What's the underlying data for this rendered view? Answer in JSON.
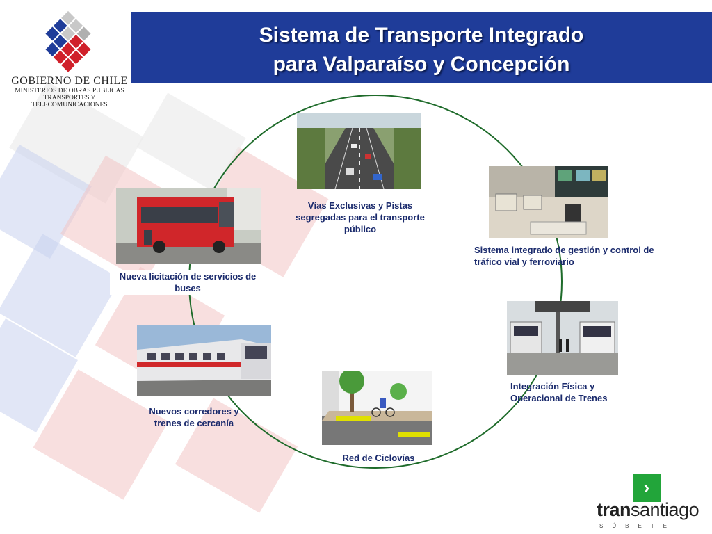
{
  "header": {
    "title_line1": "Sistema de Transporte Integrado",
    "title_line2": "para Valparaíso y Concepción"
  },
  "logo": {
    "name": "GOBIERNO DE CHILE",
    "sub1": "MINISTERIOS DE OBRAS PUBLICAS",
    "sub2": "TRANSPORTES Y",
    "sub3": "TELECOMUNICACIONES"
  },
  "nodes": [
    {
      "label": "Vías Exclusivas y Pistas segregadas para el transporte público"
    },
    {
      "label": "Sistema integrado de gestión y  control de tráfico vial y ferroviario"
    },
    {
      "label": "Integración Física y Operacional de Trenes"
    },
    {
      "label": "Red de Ciclovías"
    },
    {
      "label": "Nuevos corredores y trenes de cercanía"
    },
    {
      "label": "Nueva licitación de servicios de buses"
    }
  ],
  "brand": {
    "tran": "tran",
    "santiago": "santiago",
    "tagline": "SÚBETE",
    "arrow": "›"
  },
  "colors": {
    "banner": "#1f3c99",
    "ring": "#1e6b2a",
    "caption": "#1a2a6c",
    "brand_green": "#22a53a"
  }
}
